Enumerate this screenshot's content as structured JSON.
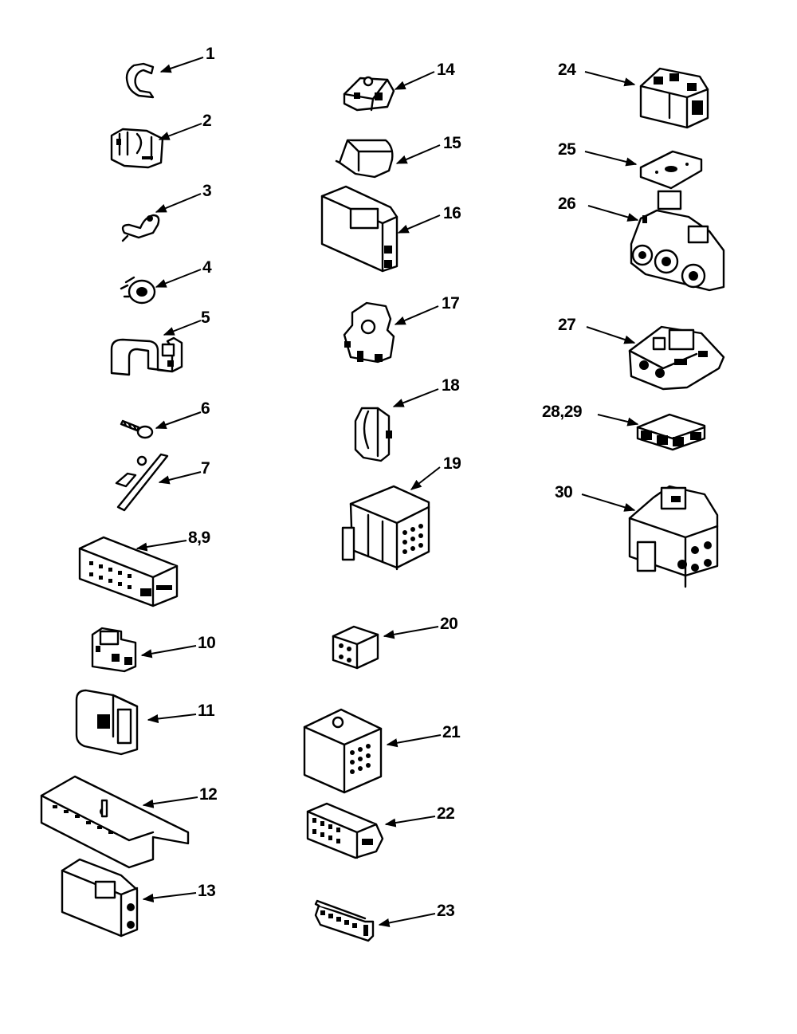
{
  "callouts": [
    {
      "id": "1",
      "label": "1"
    },
    {
      "id": "2",
      "label": "2"
    },
    {
      "id": "3",
      "label": "3"
    },
    {
      "id": "4",
      "label": "4"
    },
    {
      "id": "5",
      "label": "5"
    },
    {
      "id": "6",
      "label": "6"
    },
    {
      "id": "7",
      "label": "7"
    },
    {
      "id": "8-9",
      "label": "8,9"
    },
    {
      "id": "10",
      "label": "10"
    },
    {
      "id": "11",
      "label": "11"
    },
    {
      "id": "12",
      "label": "12"
    },
    {
      "id": "13",
      "label": "13"
    },
    {
      "id": "14",
      "label": "14"
    },
    {
      "id": "15",
      "label": "15"
    },
    {
      "id": "16",
      "label": "16"
    },
    {
      "id": "17",
      "label": "17"
    },
    {
      "id": "18",
      "label": "18"
    },
    {
      "id": "19",
      "label": "19"
    },
    {
      "id": "20",
      "label": "20"
    },
    {
      "id": "21",
      "label": "21"
    },
    {
      "id": "22",
      "label": "22"
    },
    {
      "id": "23",
      "label": "23"
    },
    {
      "id": "24",
      "label": "24"
    },
    {
      "id": "25",
      "label": "25"
    },
    {
      "id": "26",
      "label": "26"
    },
    {
      "id": "27",
      "label": "27"
    },
    {
      "id": "28-29",
      "label": "28,29"
    },
    {
      "id": "30",
      "label": "30"
    }
  ]
}
